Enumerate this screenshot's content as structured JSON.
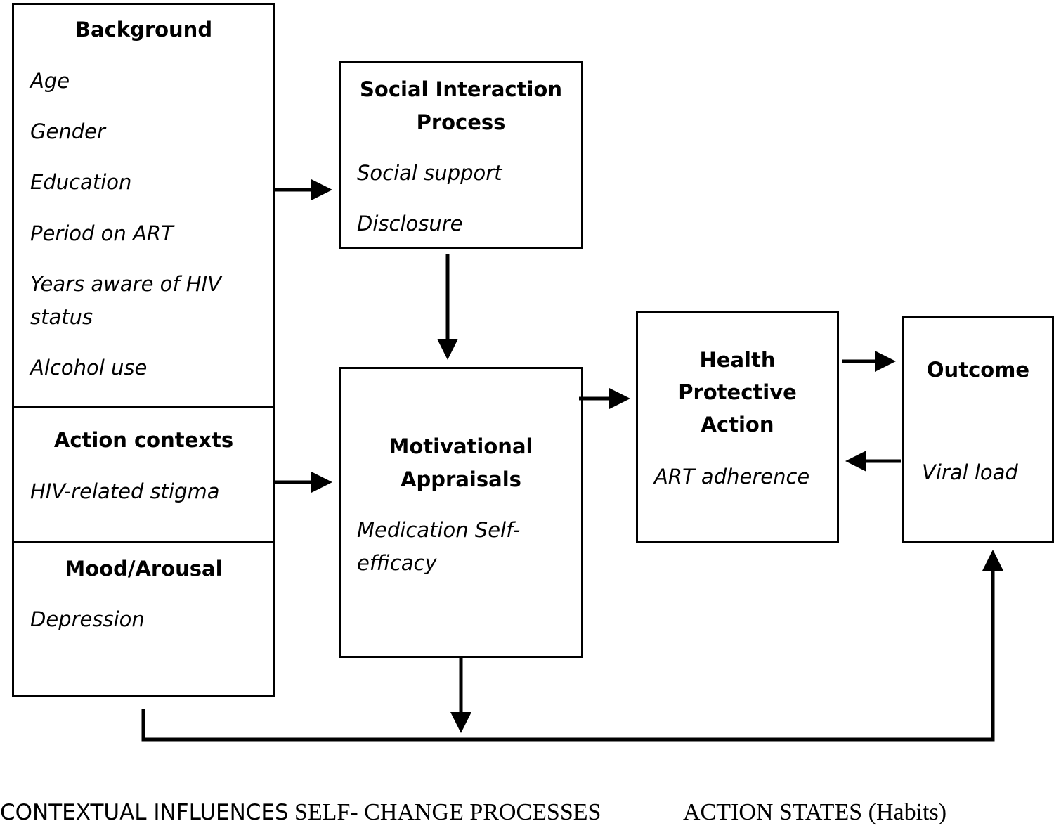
{
  "contextual": {
    "background": {
      "title": "Background",
      "items": [
        "Age",
        "Gender",
        "Education",
        "Period on ART",
        "Years aware of HIV",
        "status",
        "Alcohol use"
      ]
    },
    "action_contexts": {
      "title": "Action contexts",
      "items": [
        "HIV-related stigma"
      ]
    },
    "mood": {
      "title": "Mood/Arousal",
      "items": [
        "Depression"
      ]
    }
  },
  "social": {
    "title_line1": "Social Interaction",
    "title_line2": "Process",
    "items": [
      "Social support",
      "Disclosure"
    ]
  },
  "motivational": {
    "title_line1": "Motivational",
    "title_line2": "Appraisals",
    "items": [
      "Medication Self-",
      "efficacy"
    ]
  },
  "health": {
    "title_line1": "Health",
    "title_line2": "Protective",
    "title_line3": "Action",
    "items": [
      "ART adherence"
    ]
  },
  "outcome": {
    "title": "Outcome",
    "items": [
      "Viral load"
    ]
  },
  "footer": {
    "contextual": "CONTEXTUAL INFLUENCES",
    "self_change": "SELF- CHANGE PROCESSES",
    "action_states": "ACTION STATES (Habits)"
  }
}
